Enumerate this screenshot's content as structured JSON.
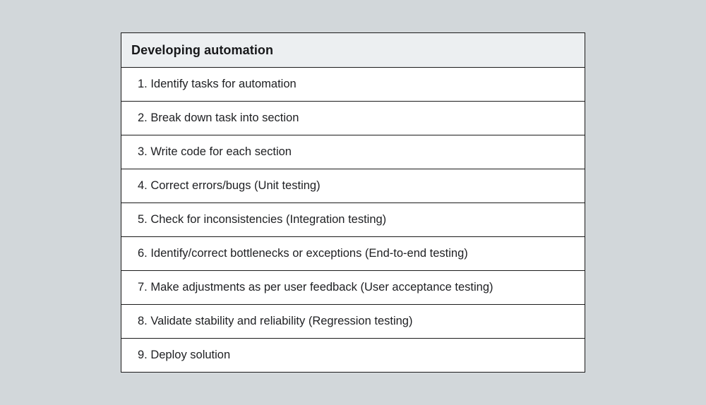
{
  "table": {
    "title": "Developing automation",
    "rows": [
      "1. Identify tasks for automation",
      "2. Break down task into section",
      "3. Write code for each section",
      "4. Correct errors/bugs (Unit testing)",
      "5. Check for inconsistencies (Integration testing)",
      "6. Identify/correct bottlenecks or exceptions (End-to-end testing)",
      "7. Make adjustments as per user feedback (User acceptance testing)",
      "8. Validate stability and reliability (Regression testing)",
      "9. Deploy solution"
    ]
  },
  "colors": {
    "page_background": "#d2d7da",
    "header_background": "#eceff1",
    "row_background": "#ffffff",
    "border": "#1a1a1a",
    "text": "#1e1f22"
  }
}
